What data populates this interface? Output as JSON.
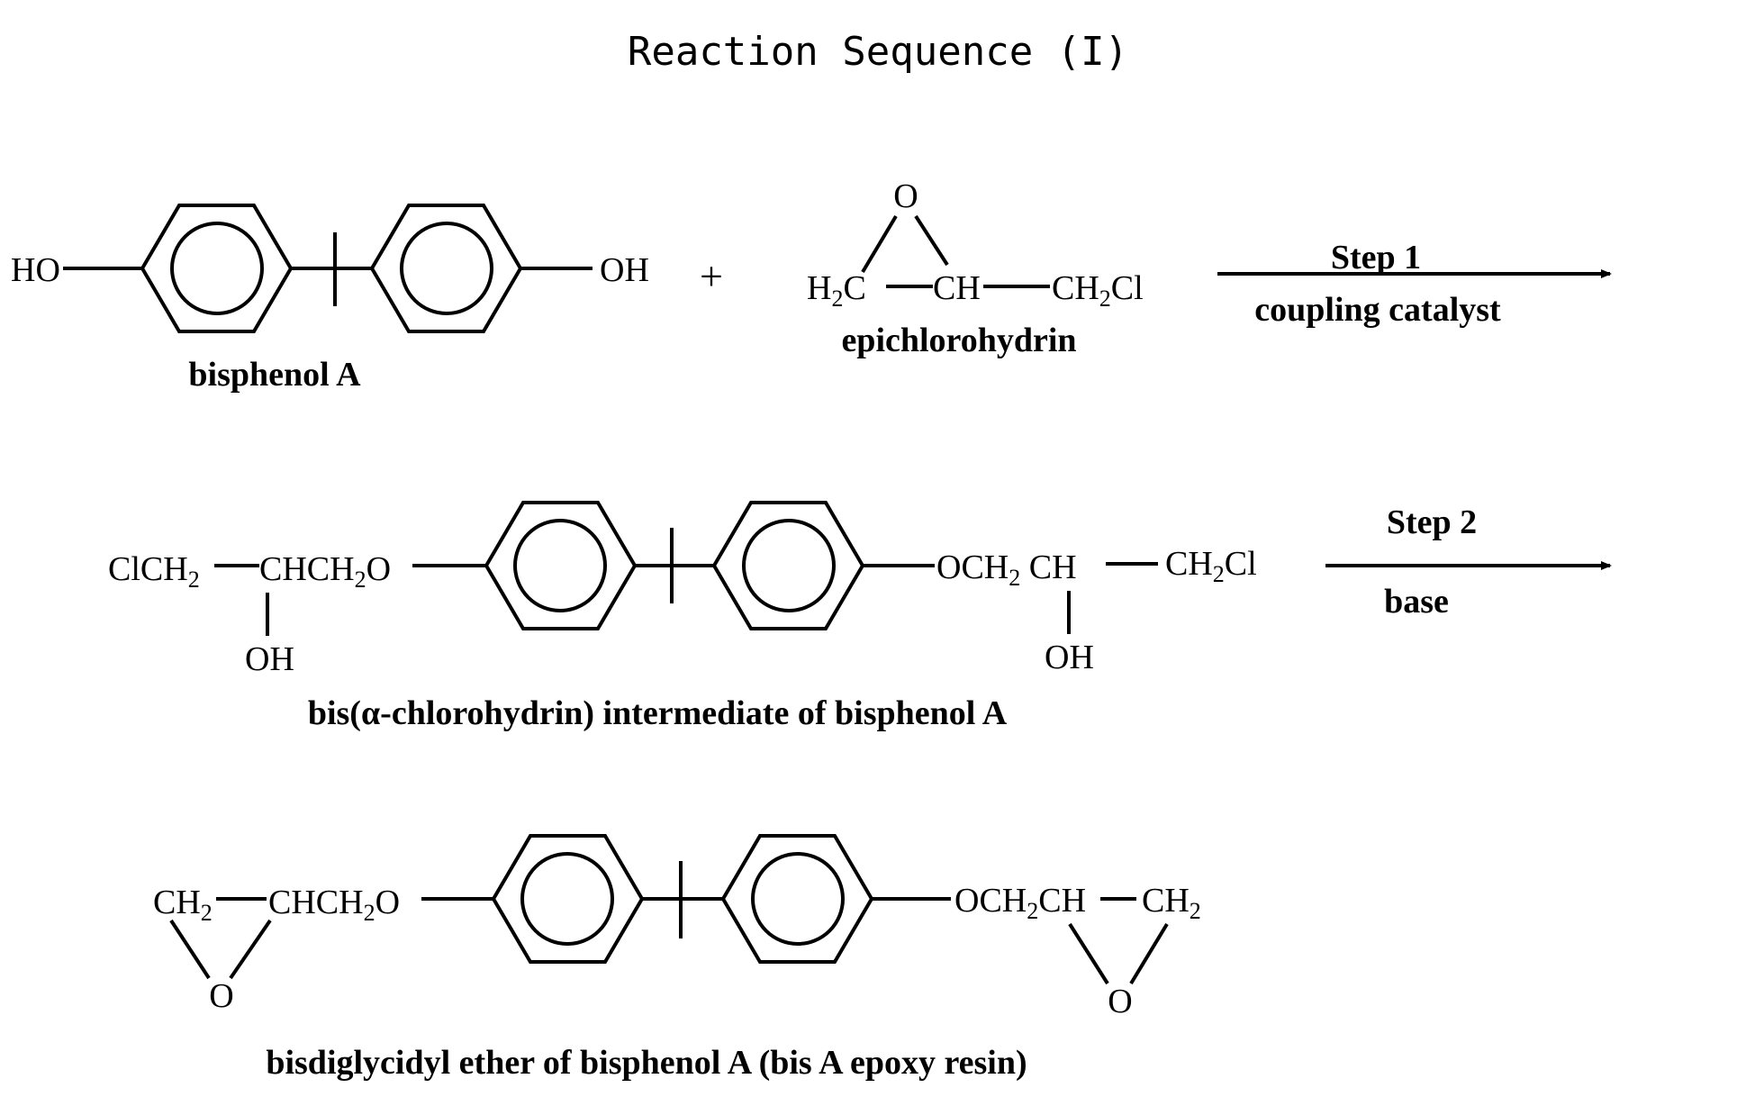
{
  "title": "Reaction Sequence (I)",
  "row1": {
    "bpa_left_oh": "HO",
    "bpa_right_oh": "OH",
    "bpa_name": "bisphenol A",
    "plus": "+",
    "epi_o": "O",
    "epi_h2c": "H",
    "epi_h2c_sub": "2",
    "epi_h2c_tail": "C",
    "epi_ch": "CH",
    "epi_ch2cl": "CH",
    "epi_ch2cl_sub": "2",
    "epi_ch2cl_tail": "Cl",
    "epi_name": "epichlorohydrin",
    "step_label": "Step 1",
    "step_condition": "coupling catalyst"
  },
  "row2": {
    "left_group": "ClCH",
    "left_group_sub": "2",
    "left_chain": "CHCH",
    "left_chain_sub": "2",
    "left_chain_tail": "O",
    "left_oh": "OH",
    "right_chain": "OCH",
    "right_chain_sub": "2",
    "right_chain_tail": " CH",
    "right_group": "CH",
    "right_group_sub": "2",
    "right_group_tail": "Cl",
    "right_oh": "OH",
    "intermediate_name": "bis(α-chlorohydrin) intermediate of bisphenol A",
    "step_label": "Step 2",
    "step_condition": "base"
  },
  "row3": {
    "left_ch2": "CH",
    "left_ch2_sub": "2",
    "left_chain": "CHCH",
    "left_chain_sub": "2",
    "left_chain_tail": "O",
    "left_o": "O",
    "right_chain": "OCH",
    "right_chain_sub": "2",
    "right_chain_tail": "CH",
    "right_ch2": "CH",
    "right_ch2_sub": "2",
    "right_o": "O",
    "product_name": "bisdiglycidyl ether of bisphenol A (bis A epoxy resin)"
  }
}
